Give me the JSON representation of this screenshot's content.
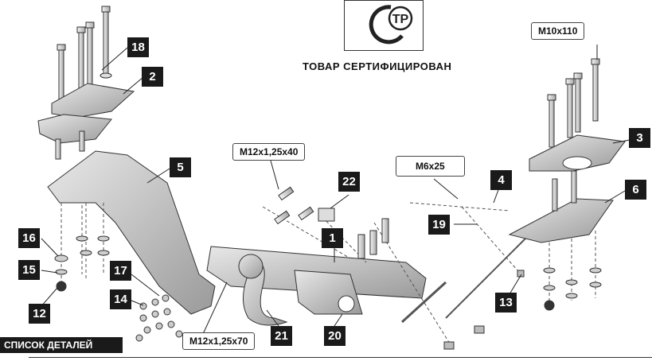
{
  "certification": {
    "text": "ТОВАР СЕРТИФИЦИРОВАН",
    "logo_letters": "ТР",
    "logo_icon": "certification-mark-icon"
  },
  "callouts": {
    "m10x110": "M10x110",
    "m12x125x40": "M12x1,25x40",
    "m6x25": "M6x25",
    "m12x125x70": "M12x1,25x70"
  },
  "badges": {
    "b18": "18",
    "b2": "2",
    "b5": "5",
    "b3": "3",
    "b6": "6",
    "b22": "22",
    "b1": "1",
    "b4": "4",
    "b19": "19",
    "b16": "16",
    "b15": "15",
    "b12": "12",
    "b17": "17",
    "b14": "14",
    "b21": "21",
    "b20": "20",
    "b13": "13"
  },
  "parts_list": {
    "title": "СПИСОК ДЕТАЛЕЙ"
  }
}
